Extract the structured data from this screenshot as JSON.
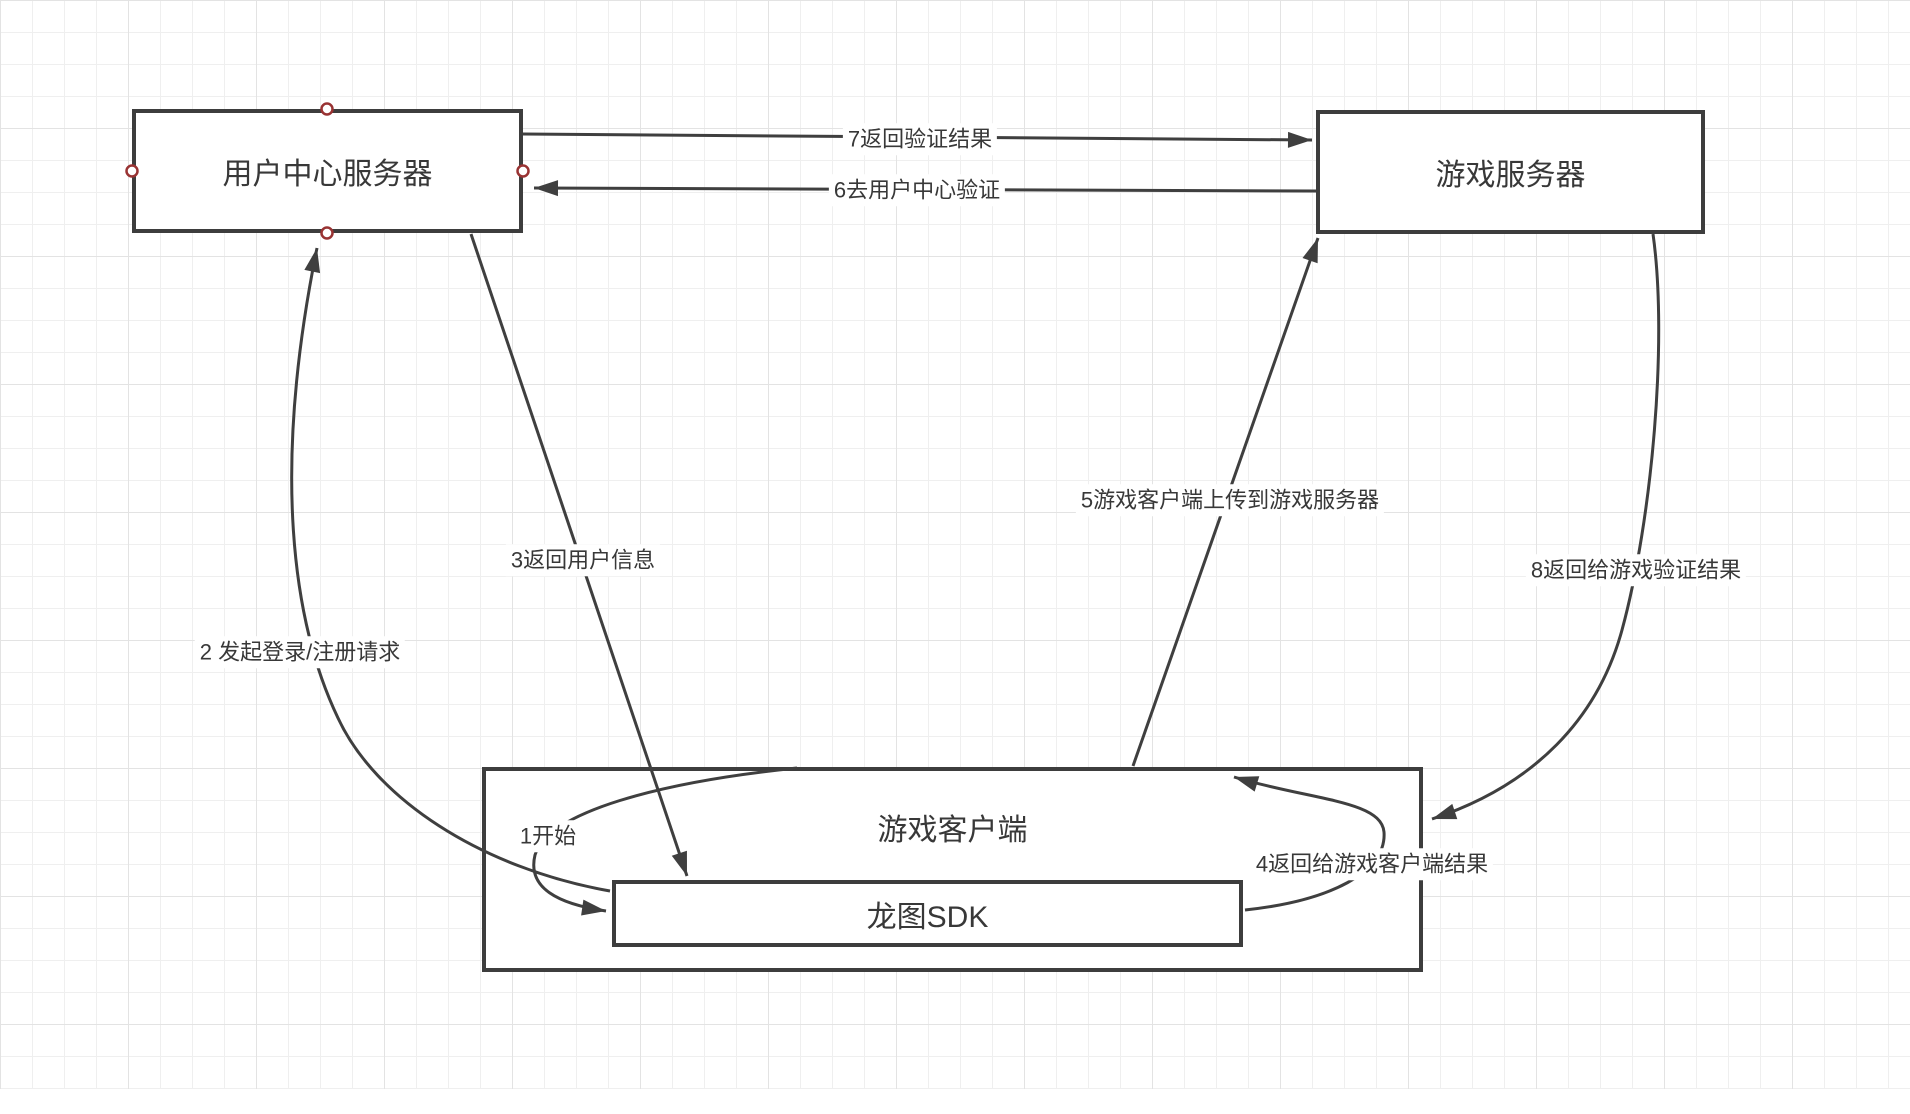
{
  "nodes": [
    {
      "id": "user-center-server",
      "label": "用户中心服务器"
    },
    {
      "id": "game-server",
      "label": "游戏服务器"
    },
    {
      "id": "game-client",
      "label": "游戏客户端"
    },
    {
      "id": "longtu-sdk",
      "label": "龙图SDK"
    }
  ],
  "edges": [
    {
      "id": "1",
      "label": "1开始",
      "from": "game-client",
      "to": "longtu-sdk"
    },
    {
      "id": "2",
      "label": "2 发起登录/注册请求",
      "from": "longtu-sdk",
      "to": "user-center-server"
    },
    {
      "id": "3",
      "label": "3返回用户信息",
      "from": "user-center-server",
      "to": "longtu-sdk"
    },
    {
      "id": "4",
      "label": "4返回给游戏客户端结果",
      "from": "longtu-sdk",
      "to": "game-client"
    },
    {
      "id": "5",
      "label": "5游戏客户端上传到游戏服务器",
      "from": "game-client",
      "to": "game-server"
    },
    {
      "id": "6",
      "label": "6去用户中心验证",
      "from": "game-server",
      "to": "user-center-server"
    },
    {
      "id": "7",
      "label": "7返回验证结果",
      "from": "user-center-server",
      "to": "game-server"
    },
    {
      "id": "8",
      "label": "8返回给游戏验证结果",
      "from": "game-server",
      "to": "game-client"
    }
  ],
  "colors": {
    "stroke": "#3d3d3d",
    "edge_stroke": "#3f3f3f",
    "node_fill": "#ffffff",
    "handle_stroke": "#993333",
    "grid_minor": "#efefef",
    "grid_major": "#e3e3e3",
    "canvas": "#ffffff",
    "text": "#383838"
  }
}
